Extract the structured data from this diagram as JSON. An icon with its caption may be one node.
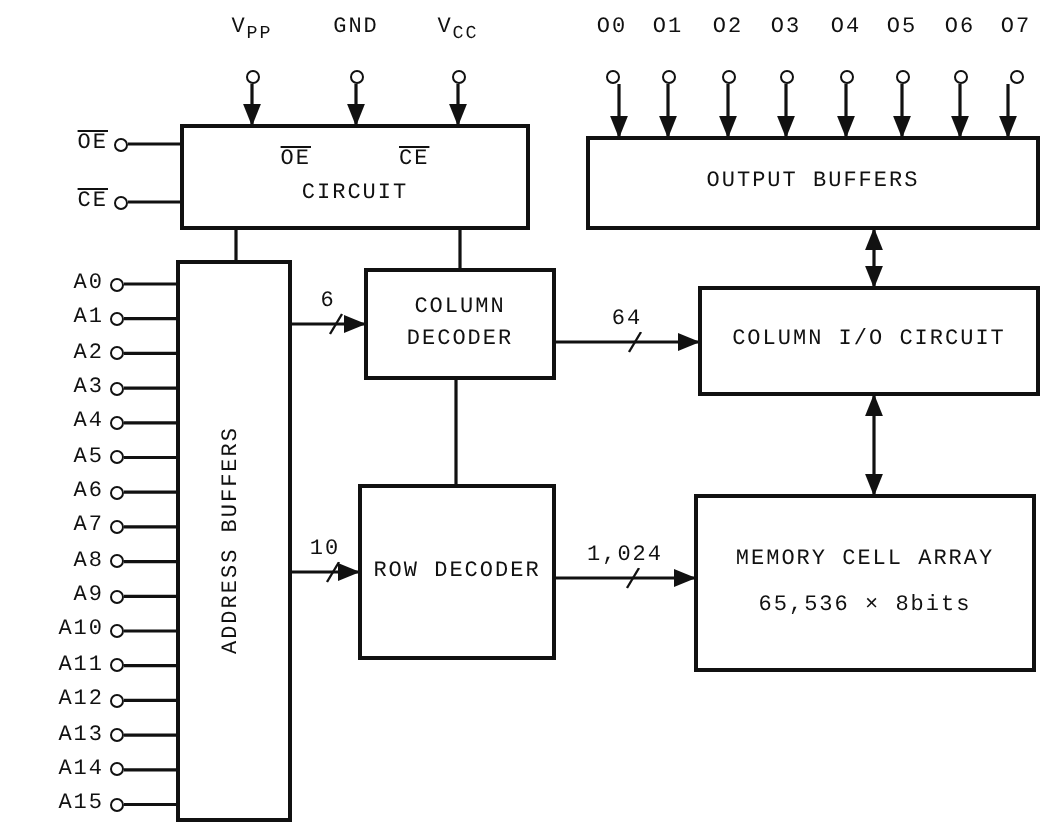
{
  "diagram": {
    "nodes": [
      {
        "text": [
          "V$_{PP}$"
        ]
      },
      {
        "text": [
          "GND"
        ]
      },
      {
        "text": [
          "V$_{CC}$"
        ]
      },
      {
        "text": [
          "O0"
        ]
      },
      {
        "text": [
          "O1"
        ]
      },
      {
        "text": [
          "O2"
        ]
      },
      {
        "text": [
          "O3"
        ]
      },
      {
        "text": [
          "O4"
        ]
      },
      {
        "text": [
          "O5"
        ]
      },
      {
        "text": [
          "O6"
        ]
      },
      {
        "text": [
          "O7"
        ]
      },
      {
        "text": [
          "OE"
        ]
      },
      {
        "text": [
          "CE"
        ]
      },
      {
        "text": [
          "OE",
          "CE",
          "CIRCUIT"
        ]
      },
      {
        "text": [
          "OUTPUT BUFFERS"
        ]
      },
      {
        "text": [
          "ADDRESS BUFFERS"
        ]
      },
      {
        "text": [
          "COLUMN DECODER"
        ]
      },
      {
        "text": [
          "COLUMN I/O CIRCUIT"
        ]
      },
      {
        "text": [
          "ROW DECODER"
        ]
      },
      {
        "text": [
          "MEMORY CELL ARRAY",
          "65,536 × 8bits"
        ]
      },
      {
        "text": [
          "A0"
        ]
      },
      {
        "text": [
          "A1"
        ]
      },
      {
        "text": [
          "A2"
        ]
      },
      {
        "text": [
          "A3"
        ]
      },
      {
        "text": [
          "A4"
        ]
      },
      {
        "text": [
          "A5"
        ]
      },
      {
        "text": [
          "A6"
        ]
      },
      {
        "text": [
          "A7"
        ]
      },
      {
        "text": [
          "A8"
        ]
      },
      {
        "text": [
          "A9"
        ]
      },
      {
        "text": [
          "A10"
        ]
      },
      {
        "text": [
          "A11"
        ]
      },
      {
        "text": [
          "A12"
        ]
      },
      {
        "text": [
          "A13"
        ]
      },
      {
        "text": [
          "A14"
        ]
      },
      {
        "text": [
          "A15"
        ]
      }
    ],
    "edges": [
      {
        "from": 0,
        "to": 13,
        "arrow": "to"
      },
      {
        "from": 1,
        "to": 13,
        "arrow": "to"
      },
      {
        "from": 2,
        "to": 13,
        "arrow": "to"
      },
      {
        "from": 3,
        "to": 14,
        "arrow": "to"
      },
      {
        "from": 4,
        "to": 14,
        "arrow": "to"
      },
      {
        "from": 5,
        "to": 14,
        "arrow": "to"
      },
      {
        "from": 6,
        "to": 14,
        "arrow": "to"
      },
      {
        "from": 7,
        "to": 14,
        "arrow": "to"
      },
      {
        "from": 8,
        "to": 14,
        "arrow": "to"
      },
      {
        "from": 9,
        "to": 14,
        "arrow": "to"
      },
      {
        "from": 10,
        "to": 14,
        "arrow": "to"
      },
      {
        "from": 11,
        "to": 13,
        "arrow": "none"
      },
      {
        "from": 12,
        "to": 13,
        "arrow": "none"
      },
      {
        "from": 13,
        "to": 15,
        "arrow": "none"
      },
      {
        "from": 13,
        "to": 16,
        "arrow": "none"
      },
      {
        "from": 15,
        "to": 16,
        "arrow": "to",
        "label": "6"
      },
      {
        "from": 15,
        "to": 18,
        "arrow": "to",
        "label": "10"
      },
      {
        "from": 16,
        "to": 18,
        "arrow": "none"
      },
      {
        "from": 16,
        "to": 17,
        "arrow": "to",
        "label": "64"
      },
      {
        "from": 18,
        "to": 19,
        "arrow": "to",
        "label": "1,024"
      },
      {
        "from": 14,
        "to": 17,
        "arrow": "both"
      },
      {
        "from": 19,
        "to": 17,
        "arrow": "both"
      },
      {
        "from": 20,
        "to": 15,
        "arrow": "none"
      },
      {
        "from": 21,
        "to": 15,
        "arrow": "none"
      },
      {
        "from": 22,
        "to": 15,
        "arrow": "none"
      },
      {
        "from": 23,
        "to": 15,
        "arrow": "none"
      },
      {
        "from": 24,
        "to": 15,
        "arrow": "none"
      },
      {
        "from": 25,
        "to": 15,
        "arrow": "none"
      },
      {
        "from": 26,
        "to": 15,
        "arrow": "none"
      },
      {
        "from": 27,
        "to": 15,
        "arrow": "none"
      },
      {
        "from": 28,
        "to": 15,
        "arrow": "none"
      },
      {
        "from": 29,
        "to": 15,
        "arrow": "none"
      },
      {
        "from": 30,
        "to": 15,
        "arrow": "none"
      },
      {
        "from": 31,
        "to": 15,
        "arrow": "none"
      },
      {
        "from": 32,
        "to": 15,
        "arrow": "none"
      },
      {
        "from": 33,
        "to": 15,
        "arrow": "none"
      },
      {
        "from": 34,
        "to": 15,
        "arrow": "none"
      },
      {
        "from": 35,
        "to": 15,
        "arrow": "none"
      }
    ]
  }
}
